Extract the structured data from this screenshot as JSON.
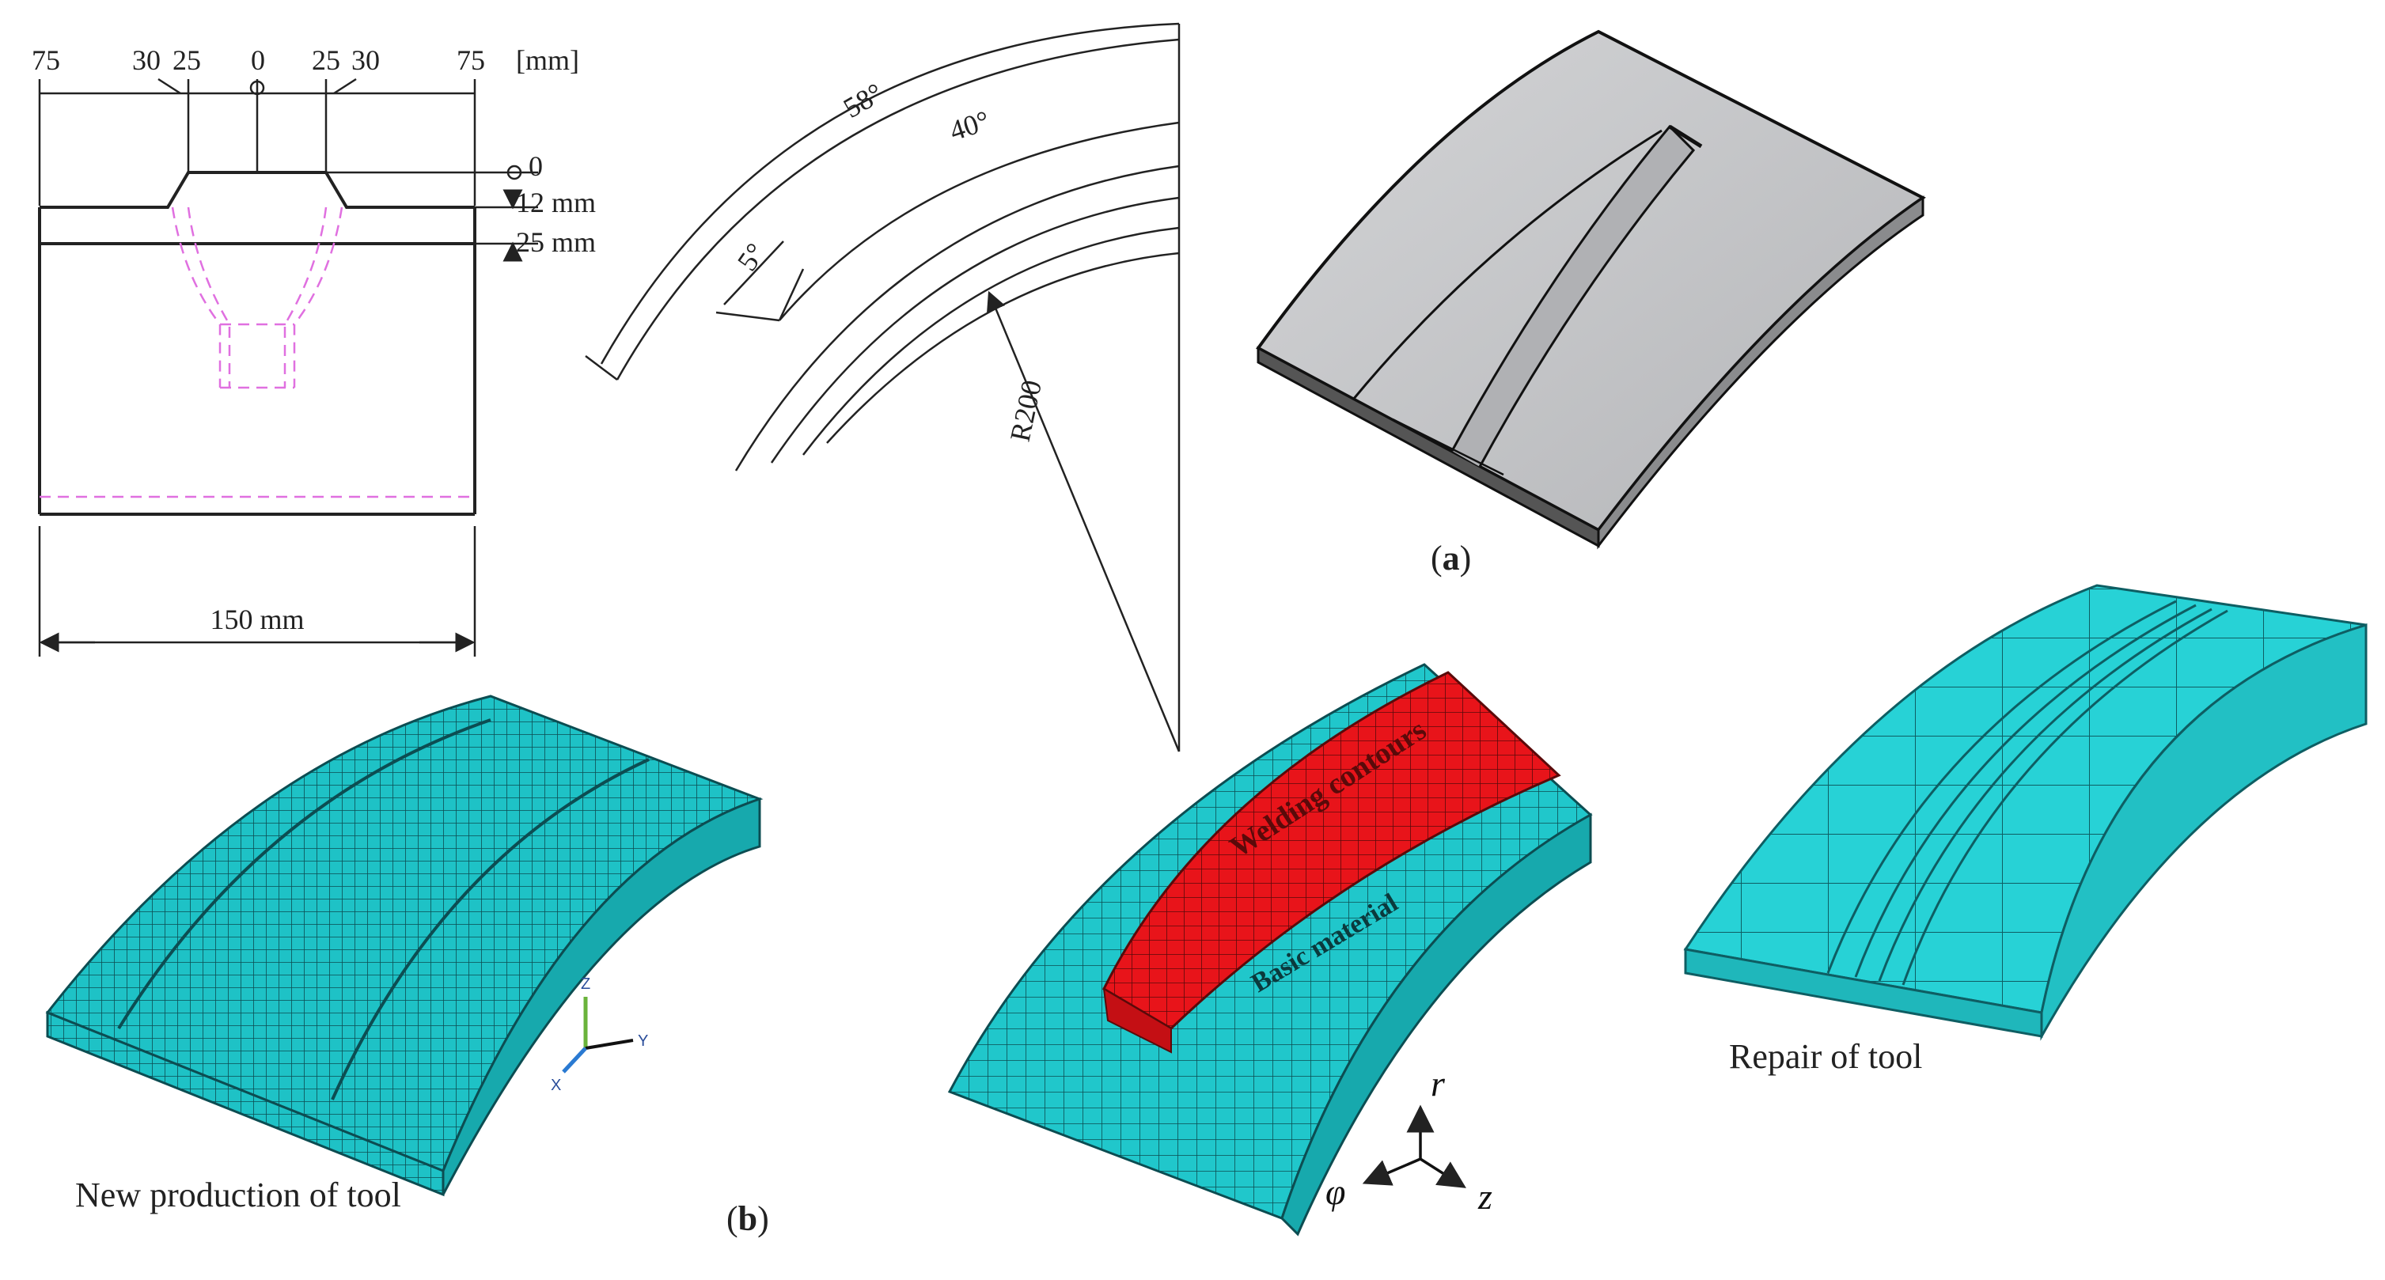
{
  "drawing_left": {
    "top_dims": [
      "75",
      "30",
      "25",
      "0",
      "25",
      "30",
      "75"
    ],
    "unit": "[mm]",
    "right_dims": [
      "0",
      "12 mm",
      "25 mm"
    ],
    "width_label": "150 mm"
  },
  "drawing_arc": {
    "angle_outer": "58°",
    "angle_inner": "40°",
    "angle_small": "5°",
    "radius": "R200"
  },
  "labels": {
    "part_a": "a",
    "part_b": "b",
    "new_production": "New production of tool",
    "repair": "Repair of  tool",
    "welding_contours": "Welding contours",
    "basic_material": "Basic material"
  },
  "axes_triad": {
    "z": "Z",
    "y": "Y",
    "x": "X"
  },
  "cylindrical_axes": {
    "r": "r",
    "phi": "φ",
    "z": "z"
  },
  "colors": {
    "mesh_fill": "#1ec2c6",
    "mesh_line": "#0c4d52",
    "weld_fill": "#e8141a",
    "cad_gray": "#c3c4c6",
    "hidden_line": "#e070e0"
  }
}
